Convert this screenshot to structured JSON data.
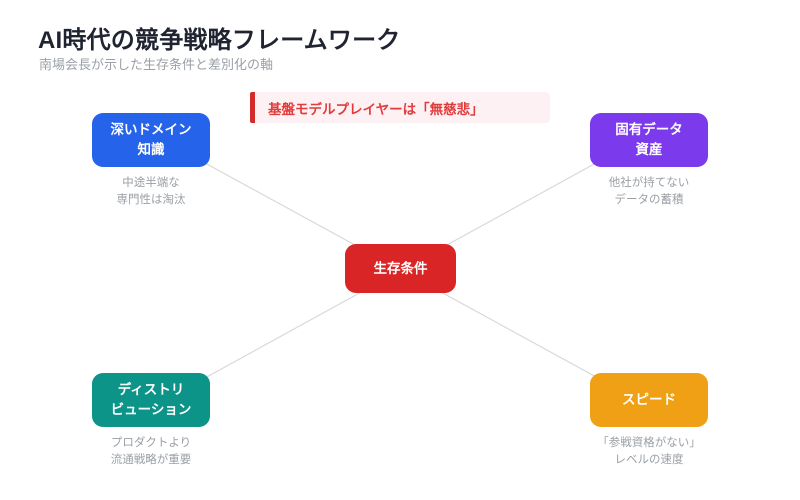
{
  "header": {
    "title": "AI時代の競争戦略フレームワーク",
    "subtitle": "南場会長が示した生存条件と差別化の軸"
  },
  "callout": {
    "text": "基盤モデルプレイヤーは「無慈悲」",
    "bar_color": "#d42a2a",
    "background_color": "#fdf1f3",
    "text_color": "#e23b3b"
  },
  "diagram": {
    "center": {
      "label": "生存条件",
      "color": "#d92525"
    },
    "nodes": [
      {
        "key": "domain",
        "label": "深いドメイン\n知識",
        "caption": "中途半端な\n専門性は淘汰",
        "color": "#2563eb"
      },
      {
        "key": "data",
        "label": "固有データ\n資産",
        "caption": "他社が持てない\nデータの蓄積",
        "color": "#7c3aed"
      },
      {
        "key": "distribution",
        "label": "ディストリ\nビューション",
        "caption": "プロダクトより\n流通戦略が重要",
        "color": "#0d9488"
      },
      {
        "key": "speed",
        "label": "スピード",
        "caption": "「参戦資格がない」\nレベルの速度",
        "color": "#efa014"
      }
    ],
    "connector_color": "#d6d6d6"
  }
}
